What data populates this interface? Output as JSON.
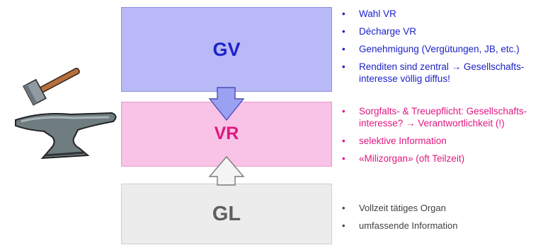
{
  "gv": {
    "label": "GV",
    "bullets": [
      "Wahl VR",
      "Décharge VR",
      "Genehmigung (Vergütungen, JB, etc.)",
      "Renditen sind zentral → Gesellschafts-interesse völlig diffus!"
    ]
  },
  "vr": {
    "label": "VR",
    "bullets": [
      "Sorgfalts- & Treuepflicht: Gesellschafts-interesse? → Verantwortlichkeit (!)",
      "selektive Information",
      "«Milizorgan» (oft Teilzeit)"
    ]
  },
  "gl": {
    "label": "GL",
    "bullets": [
      "Vollzeit tätiges Organ",
      "umfassende Information"
    ]
  },
  "colors": {
    "gv_fill": "#b8b9f6",
    "gv_text": "#1d22c8",
    "vr_fill": "#f8c3e6",
    "vr_text": "#e0177f",
    "gl_fill": "#ececec",
    "gl_text": "#5e5e5e"
  },
  "icons": [
    "hammer-icon",
    "anvil-icon"
  ]
}
